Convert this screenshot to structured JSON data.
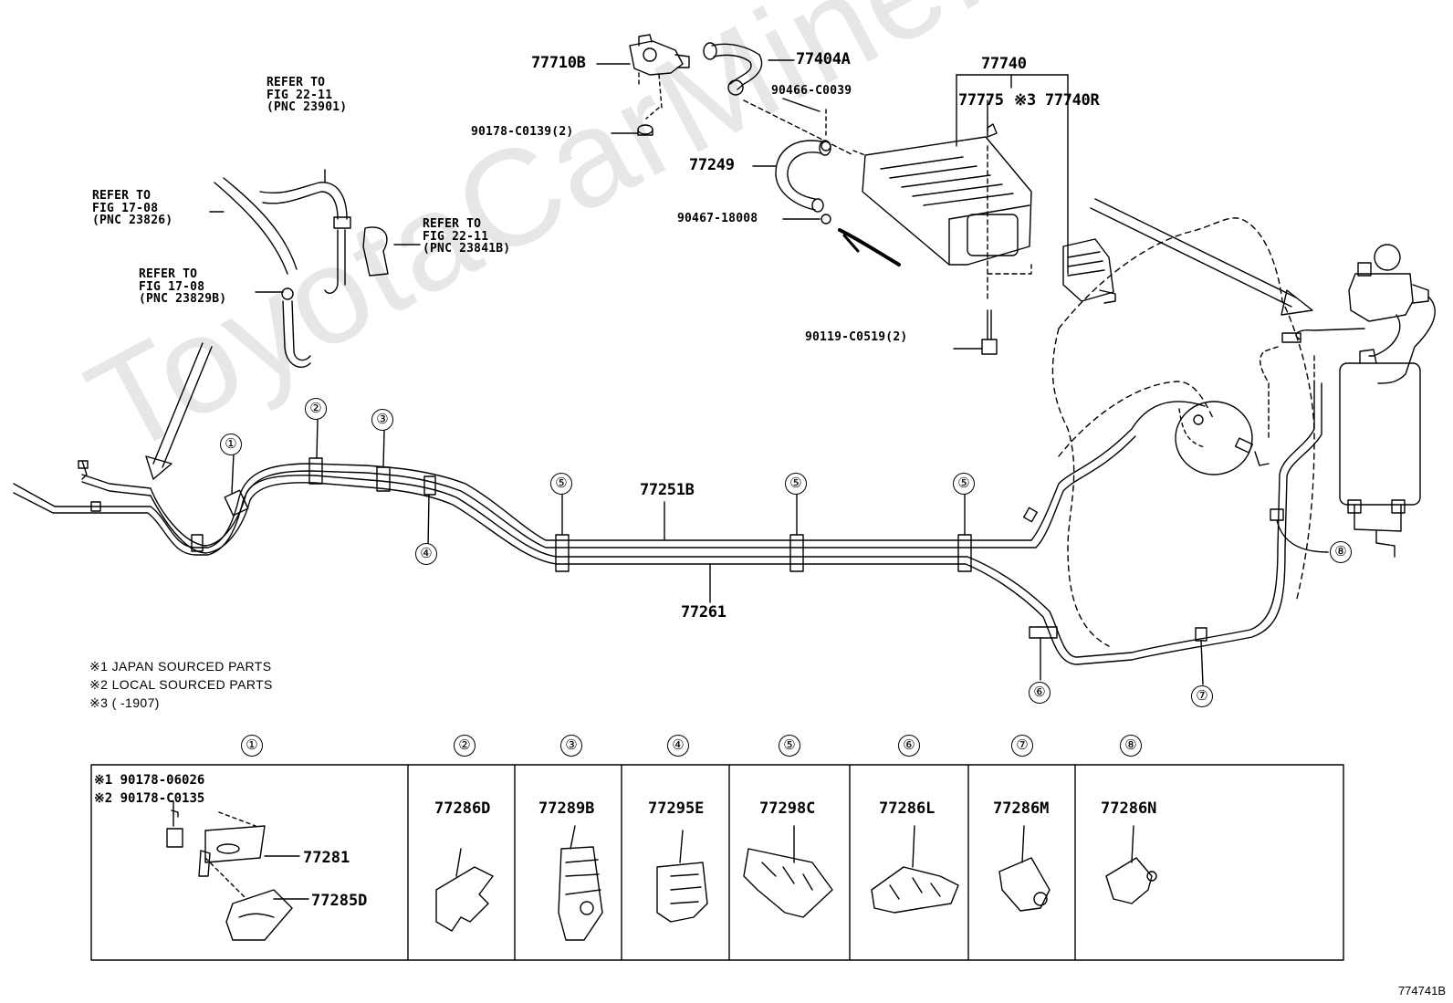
{
  "watermark": "ToyotaCarMine.ru",
  "diagram_code": "774741B",
  "refer": {
    "r1": [
      "REFER TO",
      "FIG 22-11",
      "(PNC 23901)"
    ],
    "r2": [
      "REFER TO",
      "FIG 17-08",
      "(PNC 23826)"
    ],
    "r3": [
      "REFER TO",
      "FIG 22-11",
      "(PNC 23841B)"
    ],
    "r4": [
      "REFER TO",
      "FIG 17-08",
      "(PNC 23829B)"
    ]
  },
  "parts": {
    "p77710B": "77710B",
    "p90178_C0139": "90178-C0139(2)",
    "p77404A": "77404A",
    "p90466": "90466-C0039",
    "p77249": "77249",
    "p90467": "90467-18008",
    "p77740": "77740",
    "p77775": "77775",
    "p77740R": "※3 77740R",
    "p90119": "90119-C0519(2)",
    "p77251B": "77251B",
    "p77261": "77261"
  },
  "callouts": [
    "①",
    "②",
    "③",
    "④",
    "⑤",
    "⑥",
    "⑦",
    "⑧"
  ],
  "notes": [
    "※1  JAPAN SOURCED PARTS",
    "※2  LOCAL SOURCED PARTS",
    "※3 (      -1907)"
  ],
  "table": {
    "headers": [
      "①",
      "②",
      "③",
      "④",
      "⑤",
      "⑥",
      "⑦",
      "⑧"
    ],
    "cell1": {
      "line1": "※1 90178-06026",
      "line2": "※2 90178-C0135",
      "part_a": "77281",
      "part_b": "77285D"
    },
    "cells": [
      "77286D",
      "77289B",
      "77295E",
      "77298C",
      "77286L",
      "77286M",
      "77286N"
    ]
  }
}
